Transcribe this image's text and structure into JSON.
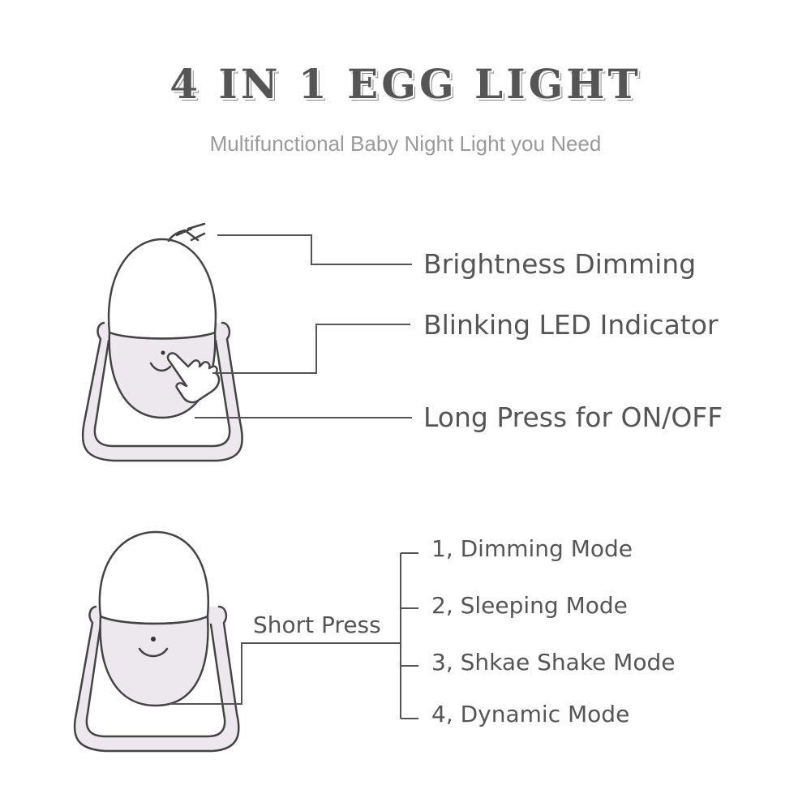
{
  "header": {
    "title": "4 IN 1 EGG LIGHT",
    "subtitle": "Multifunctional Baby Night Light you Need"
  },
  "diagram_top": {
    "illustration": "egg-night-light-with-hand-pressing-button",
    "callouts": [
      {
        "label": "Brightness Dimming",
        "target": "top-touch-control"
      },
      {
        "label": "Blinking LED Indicator",
        "target": "led-dot"
      },
      {
        "label": "Long Press for ON/OFF",
        "target": "button"
      }
    ]
  },
  "diagram_bottom": {
    "illustration": "egg-night-light-smiley",
    "connector_label": "Short Press",
    "modes": [
      {
        "label": "1, Dimming Mode"
      },
      {
        "label": "2, Sleeping Mode"
      },
      {
        "label": "3, Shkae Shake Mode"
      },
      {
        "label": "4, Dynamic Mode"
      }
    ]
  },
  "colors": {
    "line": "#555555",
    "text": "#555555",
    "subtitle": "#9a9a9a",
    "fill": "#ece8ee"
  }
}
